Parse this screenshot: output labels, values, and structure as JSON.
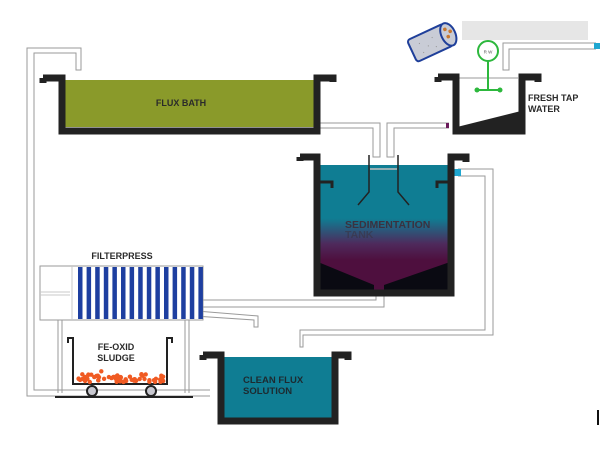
{
  "diagram": {
    "title": "Flux regeneration process",
    "labels": {
      "flux_bath": "FLUX BATH",
      "fresh_tap_water_line1": "FRESH TAP",
      "fresh_tap_water_line2": "WATER",
      "sedimentation_line1": "SEDIMENTATION",
      "sedimentation_line2": "TANK",
      "filterpress": "FILTERPRESS",
      "fe_oxid_line1": "FE-OXID",
      "fe_oxid_line2": "SLUDGE",
      "clean_flux_line1": "CLEAN FLUX",
      "clean_flux_line2": "SOLUTION",
      "mixer_glyph": "R W"
    },
    "nodes": [
      {
        "id": "flux-bath",
        "label": "FLUX BATH"
      },
      {
        "id": "fresh-tap-water",
        "label": "FRESH TAP WATER"
      },
      {
        "id": "sedimentation-tank",
        "label": "SEDIMENTATION TANK"
      },
      {
        "id": "filterpress",
        "label": "FILTERPRESS"
      },
      {
        "id": "fe-oxid-sludge",
        "label": "FE-OXID SLUDGE"
      },
      {
        "id": "clean-flux-solution",
        "label": "CLEAN FLUX SOLUTION"
      }
    ],
    "edges": [
      {
        "from": "flux-bath",
        "to": "sedimentation-tank"
      },
      {
        "from": "fresh-tap-water",
        "to": "sedimentation-tank"
      },
      {
        "from": "sedimentation-tank",
        "to": "filterpress"
      },
      {
        "from": "filterpress",
        "to": "fe-oxid-sludge"
      },
      {
        "from": "filterpress",
        "to": "clean-flux-solution"
      },
      {
        "from": "sedimentation-tank",
        "to": "clean-flux-solution"
      },
      {
        "from": "clean-flux-solution",
        "to": "flux-bath"
      }
    ],
    "colors": {
      "flux_bath": "#8a9a2a",
      "tank_wall": "#222222",
      "teal": "#0f7d93",
      "sediment_purple": "#4e0f3e",
      "filter_blue": "#1e3fa0",
      "sludge_orange": "#f05a22",
      "mixer_green": "#2db83d",
      "drum_blue": "#1f3f9a"
    }
  }
}
